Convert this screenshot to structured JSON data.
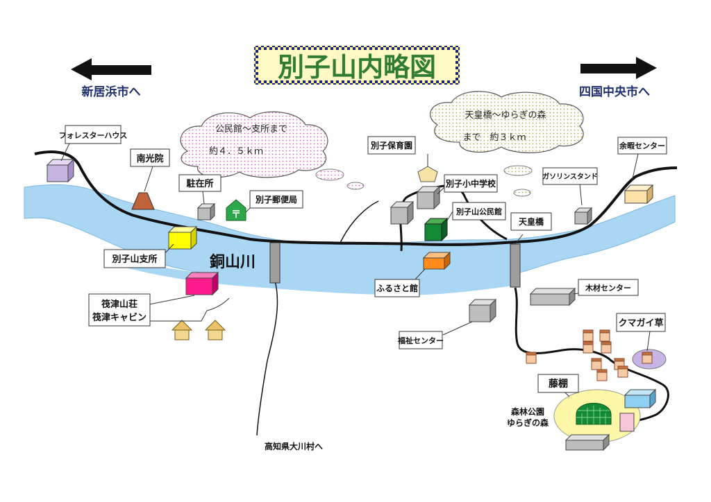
{
  "title": "別子山内略図",
  "directions": {
    "west": "新居浜市へ",
    "east": "四国中央市へ",
    "south": "高知県大川村へ"
  },
  "clouds": {
    "left_line1": "公民館～支所まで",
    "left_line2": "約４．５ｋｍ",
    "right_line1": "天皇橋～ゆらぎの森",
    "right_line2": "まで　約３ｋｍ"
  },
  "river_name": "銅山川",
  "labels": {
    "forester_house": "フォレスターハウス",
    "nankoin": "南光院",
    "chuzaisho": "駐在所",
    "post_office": "別子郵便局",
    "branch_office": "別子山支所",
    "ikadazu": "筏津山荘",
    "ikadazu_cabin": "筏津キャビン",
    "nursery": "別子保育園",
    "school": "別子小中学校",
    "community_hall": "別子山公民館",
    "furusato": "ふるさと館",
    "tennobashi": "天皇橋",
    "gas_station": "ガソリンスタンド",
    "yodan_center": "余暇センター",
    "lumber_center": "木材センター",
    "welfare_center": "福祉センター",
    "kumagaiso": "クマガイ草",
    "fujidana": "藤棚",
    "forest_park1": "森林公園",
    "forest_park2": "ゆらぎの森"
  },
  "colors": {
    "river": "#a9d6f2",
    "road": "#111111",
    "title_bg": "#fff9c4",
    "title_text": "#2e7d32",
    "direction_text": "#1d2f6e",
    "park": "#fff7a8",
    "branch_office_bldg": "#ffff00",
    "ikadazu_bldg": "#ff1a8c",
    "furusato_bldg": "#ff8c1a",
    "community_hall_bldg": "#138a36",
    "post_office_bldg": "#2aa84a",
    "nankoin_bldg": "#c0623a",
    "forester_bldg": "#c8b4e0",
    "yodan_bldg": "#ffe2a8",
    "park_blue_bldg": "#8fd0f2",
    "park_pink_bldg": "#f7c6d9",
    "kumagaiso_area": "#c7b3e6"
  },
  "icons": [
    "arrow-left-icon",
    "arrow-right-icon",
    "post-office-icon",
    "building-icon",
    "house-icon",
    "tree-icon"
  ]
}
